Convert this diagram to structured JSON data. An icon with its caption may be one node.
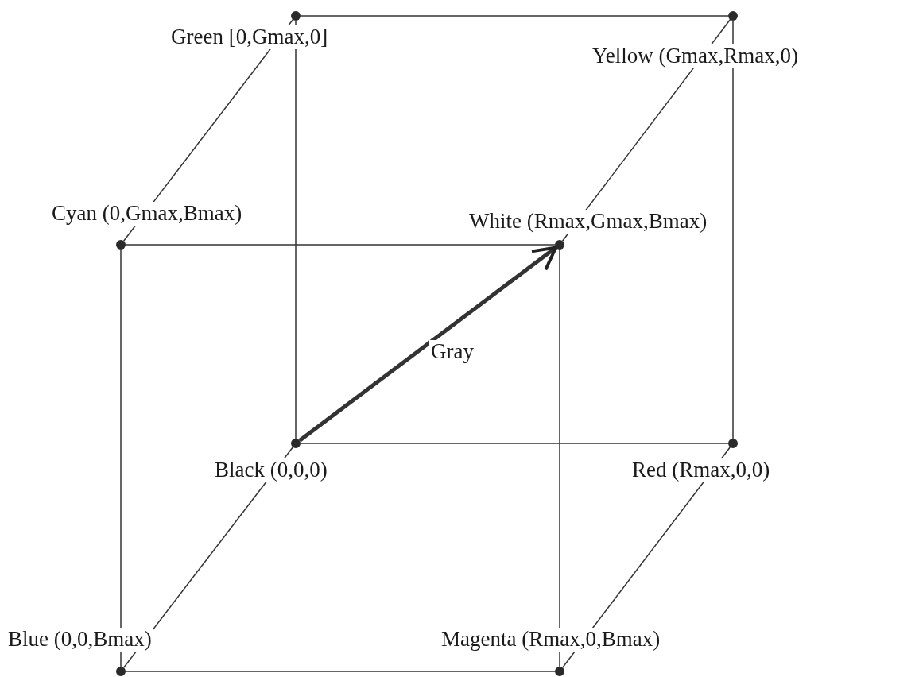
{
  "diagram": {
    "nodes": [
      {
        "text": [],
        "shape": "circle",
        "beside": [
          "Green [0,Gmax,0]"
        ]
      },
      {
        "text": [],
        "shape": "circle",
        "beside": [
          "Yellow (Gmax,Rmax,0)"
        ]
      },
      {
        "text": [],
        "shape": "circle",
        "beside": [
          "Cyan (0,Gmax,Bmax)"
        ]
      },
      {
        "text": [],
        "shape": "circle",
        "beside": [
          "White (Rmax,Gmax,Bmax)"
        ]
      },
      {
        "text": [],
        "shape": "circle",
        "beside": [
          "Black (0,0,0)"
        ]
      },
      {
        "text": [],
        "shape": "circle",
        "beside": [
          "Red (Rmax,0,0)"
        ]
      },
      {
        "text": [],
        "shape": "circle",
        "beside": [
          "Blue (0,0,Bmax)"
        ]
      },
      {
        "text": [],
        "shape": "circle",
        "beside": [
          "Magenta (Rmax,0,Bmax)"
        ]
      }
    ],
    "edges": [
      {
        "from": 0,
        "to": 1,
        "arrow": "none"
      },
      {
        "from": 0,
        "to": 2,
        "arrow": "none"
      },
      {
        "from": 0,
        "to": 4,
        "arrow": "none"
      },
      {
        "from": 1,
        "to": 3,
        "arrow": "none"
      },
      {
        "from": 1,
        "to": 5,
        "arrow": "none"
      },
      {
        "from": 2,
        "to": 3,
        "arrow": "none"
      },
      {
        "from": 2,
        "to": 6,
        "arrow": "none"
      },
      {
        "from": 3,
        "to": 7,
        "arrow": "none"
      },
      {
        "from": 4,
        "to": 5,
        "arrow": "none"
      },
      {
        "from": 4,
        "to": 6,
        "arrow": "none"
      },
      {
        "from": 5,
        "to": 7,
        "arrow": "none"
      },
      {
        "from": 6,
        "to": 7,
        "arrow": "none"
      },
      {
        "from": 4,
        "to": 3,
        "arrow": "to",
        "label": "Gray",
        "style": "thick"
      }
    ]
  }
}
